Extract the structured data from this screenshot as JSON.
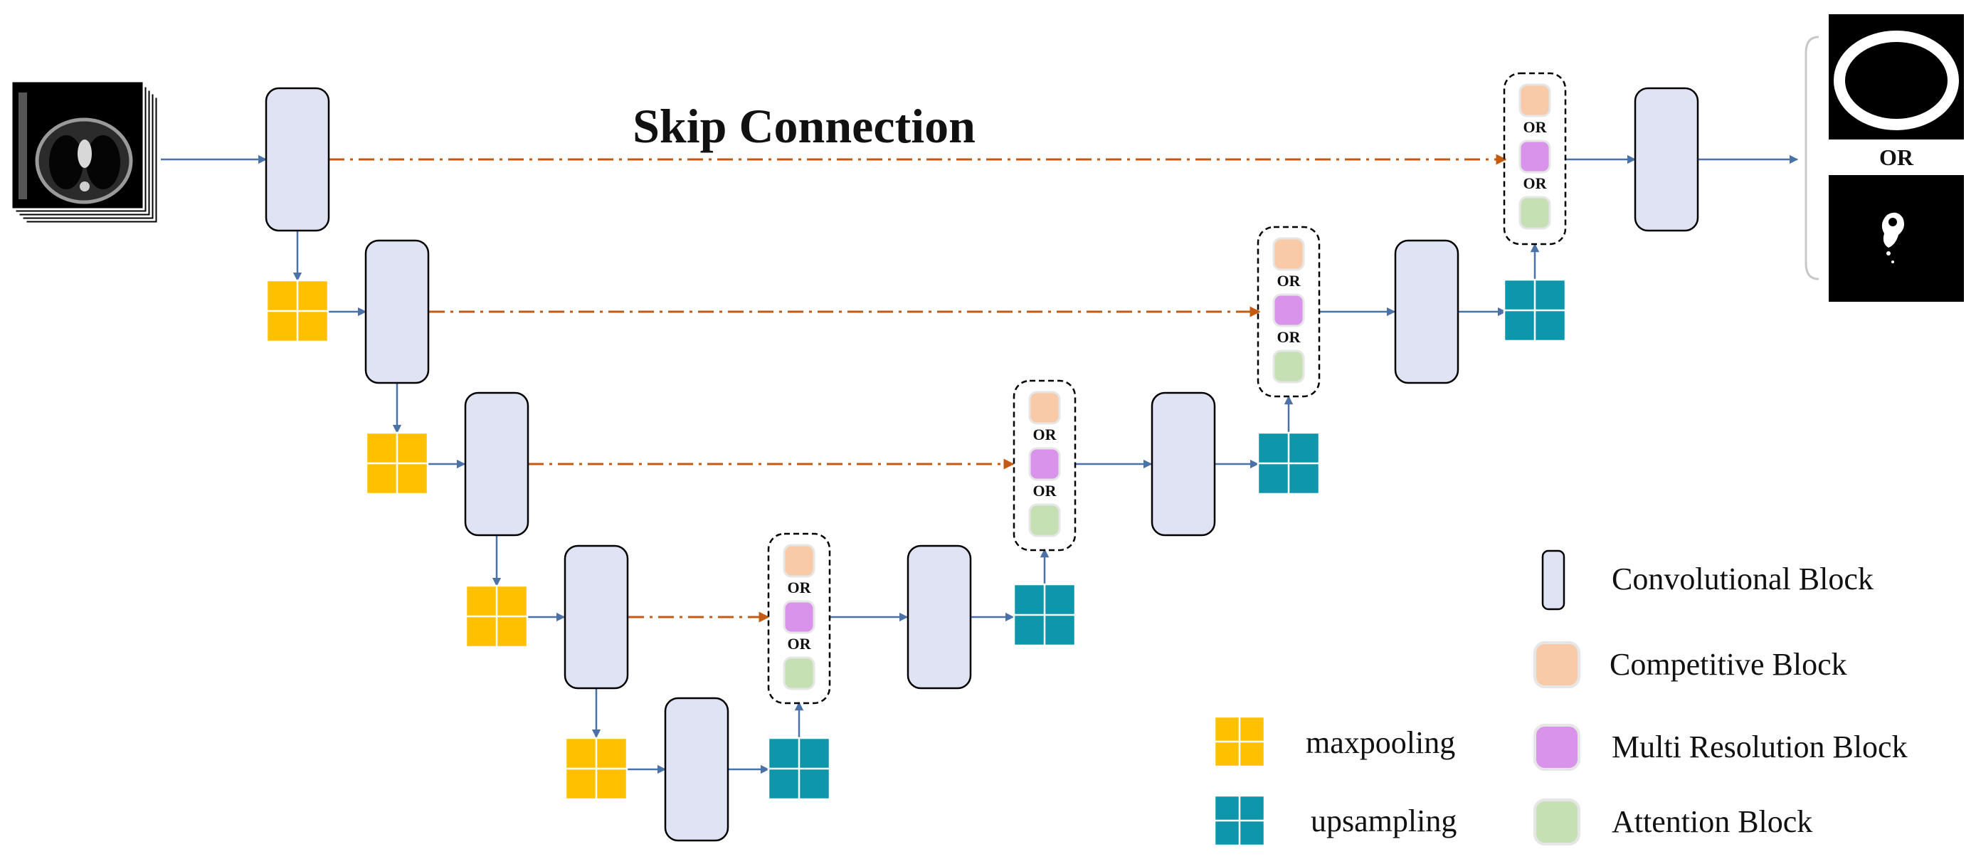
{
  "title": "Skip Connection",
  "or_label": "OR",
  "legend": {
    "convolutional": "Convolutional Block",
    "competitive": "Competitive Block",
    "multi_resolution": "Multi Resolution Block",
    "attention": "Attention Block",
    "maxpooling": "maxpooling",
    "upsampling": "upsampling"
  },
  "colors": {
    "conv_fill": "#dfe3f3",
    "maxpool": "#ffc000",
    "upsample": "#0e97ac",
    "competitive": "#f8caa8",
    "multi_resolution": "#d993eb",
    "attention": "#c5e0b3",
    "arrow": "#4a72a6",
    "skip": "#c55a11"
  },
  "icons": [
    "ct-scan-input-icon",
    "segmentation-output-icon"
  ]
}
